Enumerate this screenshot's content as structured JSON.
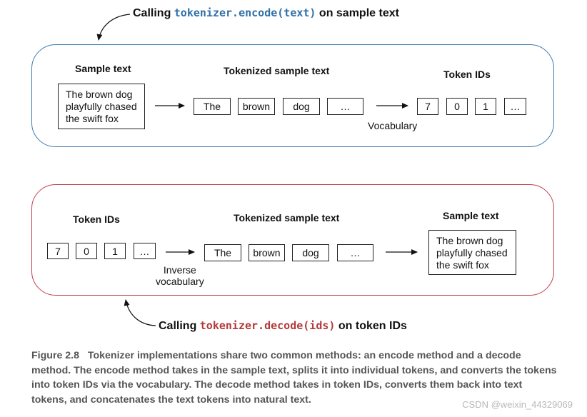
{
  "encode": {
    "callout": {
      "prefix": "Calling ",
      "code": "tokenizer.encode(text)",
      "suffix": " on sample text"
    },
    "sample_header": "Sample text",
    "sample_lines": [
      "The brown dog",
      "playfully chased",
      "the swift fox"
    ],
    "tokenized_header": "Tokenized sample text",
    "tokens": [
      "The",
      "brown",
      "dog",
      "…"
    ],
    "vocab_label": "Vocabulary",
    "ids_header": "Token IDs",
    "ids": [
      "7",
      "0",
      "1",
      "…"
    ]
  },
  "decode": {
    "callout": {
      "prefix": "Calling ",
      "code": "tokenizer.decode(ids)",
      "suffix": " on token IDs"
    },
    "ids_header": "Token IDs",
    "ids": [
      "7",
      "0",
      "1",
      "…"
    ],
    "inverse_label_lines": [
      "Inverse",
      "vocabulary"
    ],
    "tokenized_header": "Tokenized sample text",
    "tokens": [
      "The",
      "brown",
      "dog",
      "…"
    ],
    "sample_header": "Sample text",
    "sample_lines": [
      "The brown dog",
      "playfully chased",
      "the swift fox"
    ]
  },
  "caption": {
    "label": "Figure 2.8",
    "text": "Tokenizer implementations share two common methods: an encode method and a decode method. The encode method takes in the sample text, splits it into individual tokens, and converts the tokens into token IDs via the vocabulary. The decode method takes in token IDs, converts them back into text tokens, and concatenates the text tokens into natural text."
  },
  "watermark": "CSDN @weixin_44329069",
  "colors": {
    "encode_border": "#3f79b0",
    "decode_border": "#c0404a",
    "encode_code": "#2f6fa8",
    "decode_code": "#b23a3a"
  }
}
